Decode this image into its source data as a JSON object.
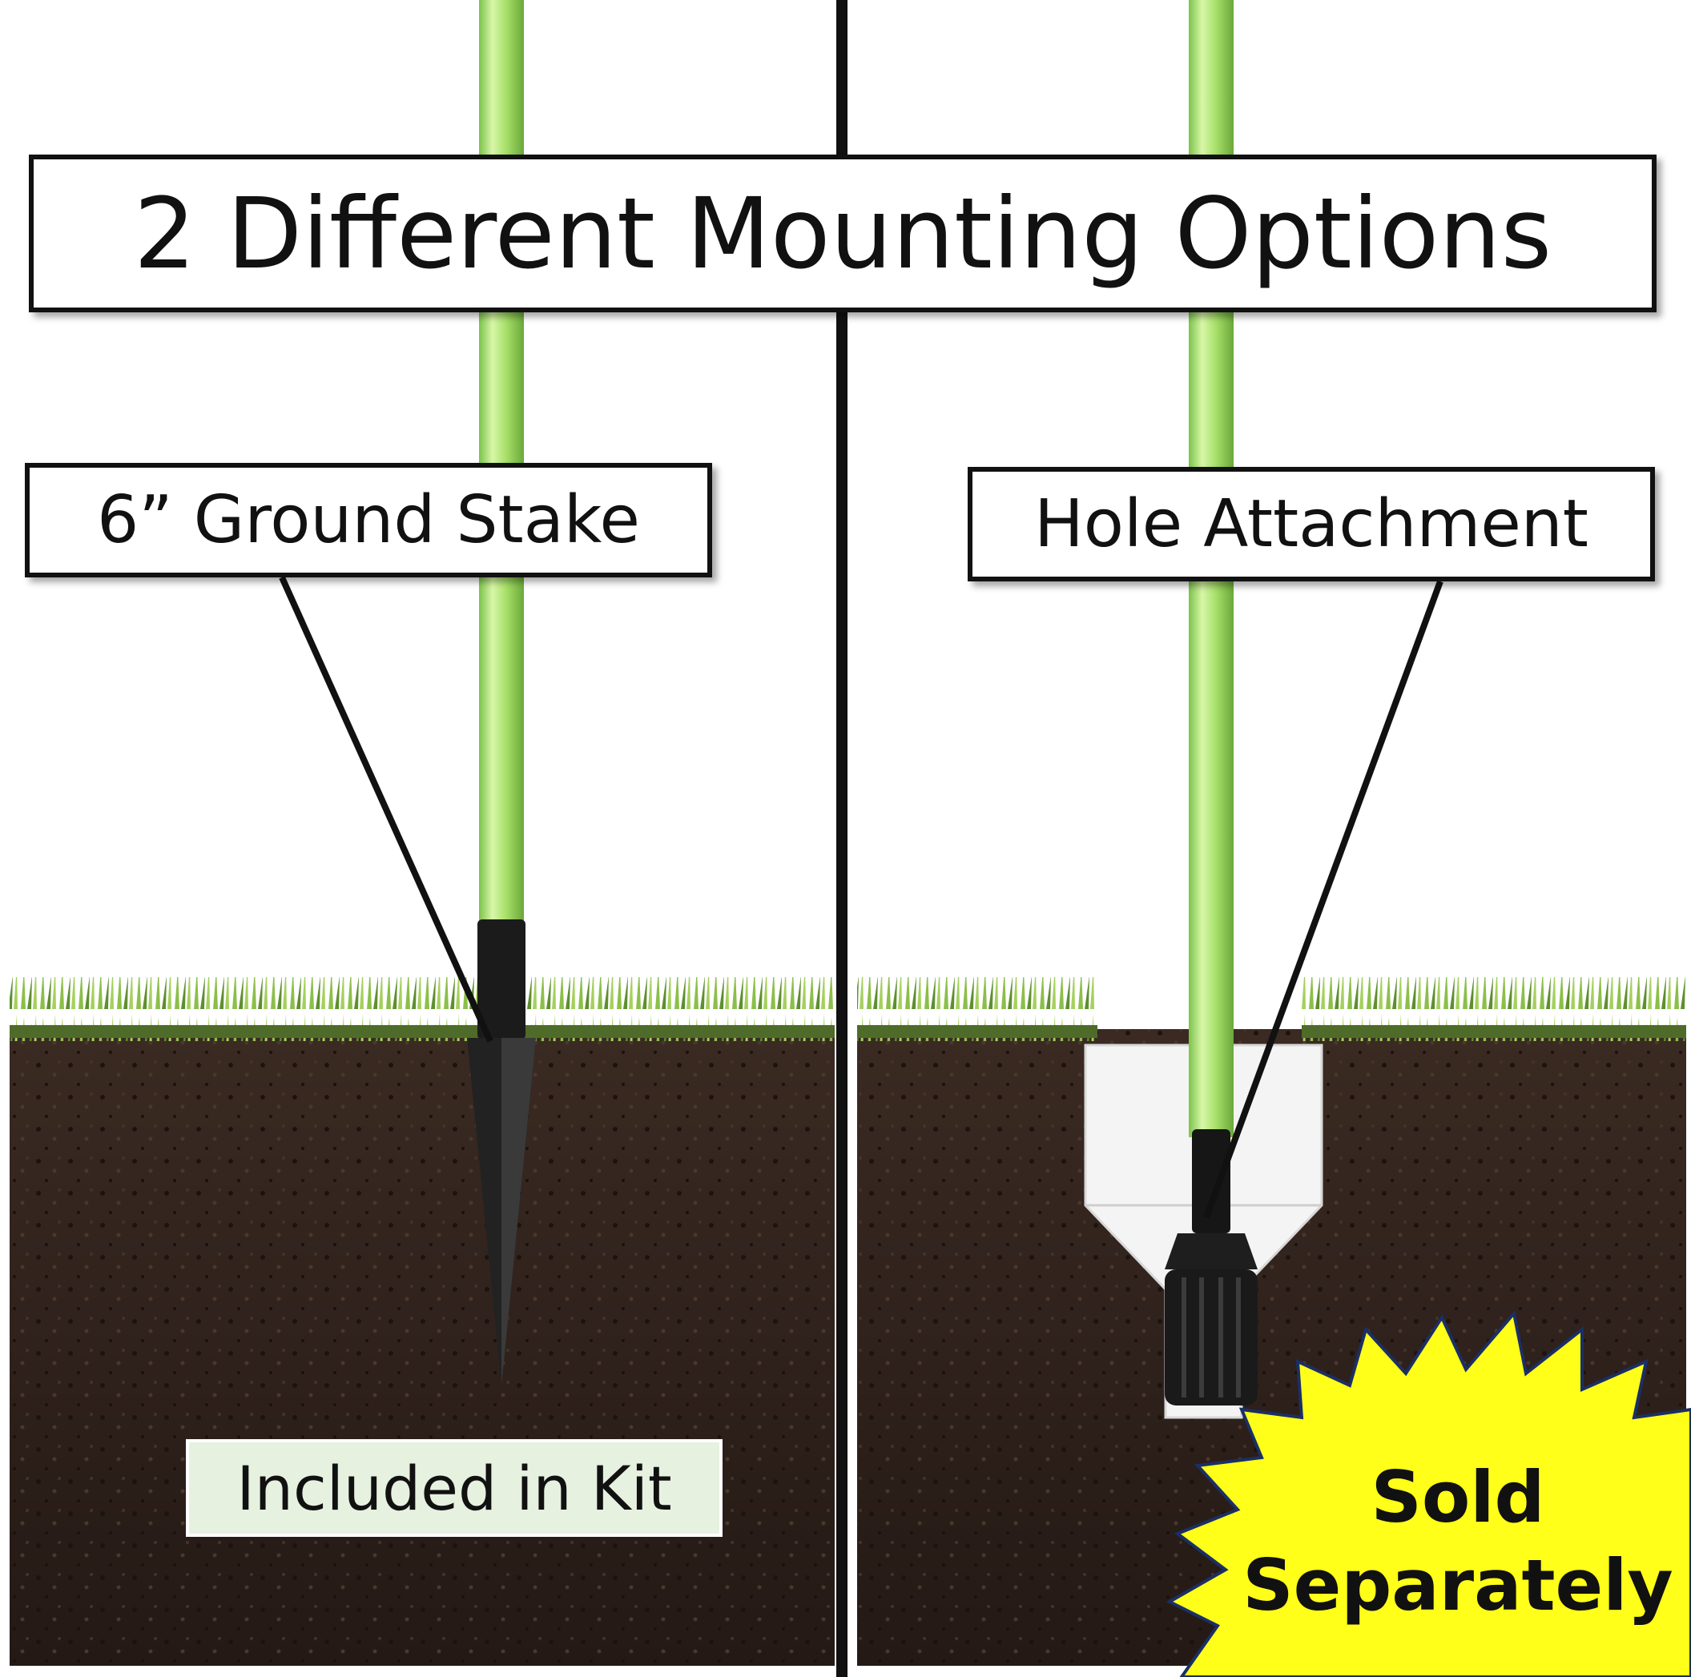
{
  "title": "2 Different Mounting Options",
  "left_option": {
    "label": "6” Ground Stake",
    "note": "Included in Kit"
  },
  "right_option": {
    "label": "Hole Attachment",
    "note_line1": "Sold",
    "note_line2": "Separately"
  },
  "colors": {
    "pole_green": "#a8e06a",
    "soil": "#2b1f1a",
    "grass": "#7aa642",
    "starburst": "#ffff1a",
    "included_bg": "#e6f1e0",
    "divider": "#111111"
  },
  "icons": [
    "ground-stake-icon",
    "hole-attachment-icon",
    "starburst-icon"
  ]
}
